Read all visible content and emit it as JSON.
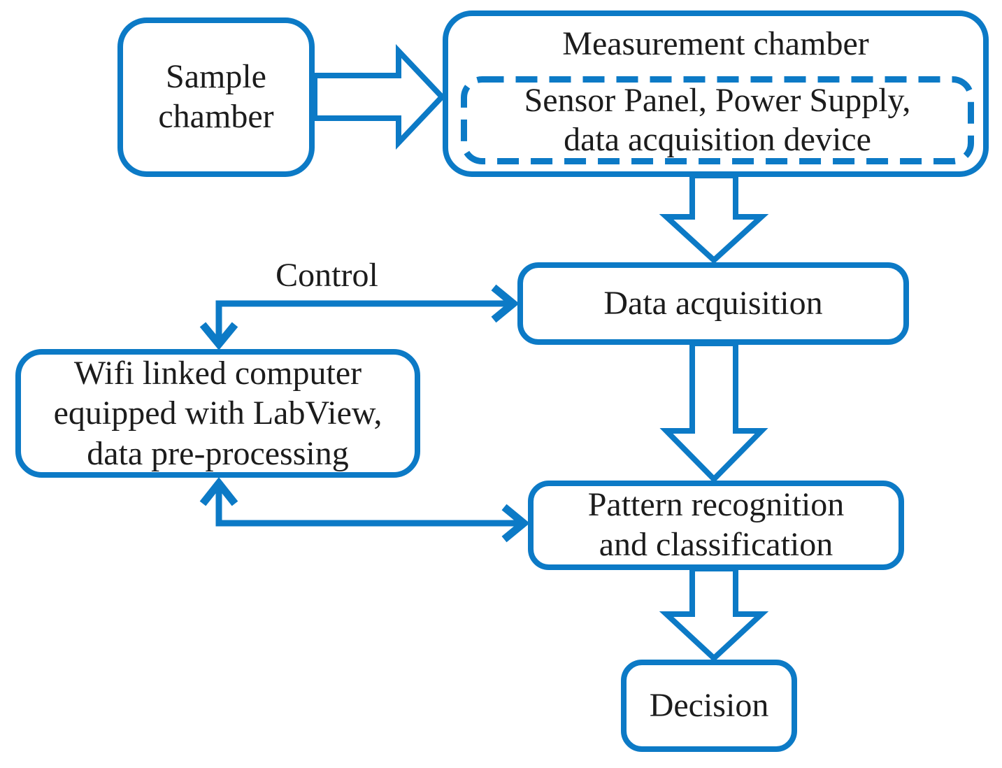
{
  "colors": {
    "accent": "#0c7ac6",
    "text": "#1c1c1c",
    "background": "#ffffff"
  },
  "nodes": {
    "sample_chamber": {
      "label": "Sample\nchamber"
    },
    "measurement_chamber": {
      "label": "Measurement chamber",
      "contents": "Sensor Panel, Power Supply,\ndata acquisition device"
    },
    "data_acquisition": {
      "label": "Data acquisition"
    },
    "wifi_computer": {
      "label": "Wifi linked computer\nequipped with LabView,\ndata pre-processing"
    },
    "pattern_recognition": {
      "label": "Pattern recognition\nand classification"
    },
    "decision": {
      "label": "Decision"
    }
  },
  "edges": [
    {
      "from": "sample_chamber",
      "to": "measurement_chamber",
      "style": "block-arrow",
      "direction": "right",
      "label": ""
    },
    {
      "from": "measurement_chamber",
      "to": "data_acquisition",
      "style": "block-arrow",
      "direction": "down",
      "label": ""
    },
    {
      "from": "wifi_computer",
      "to": "data_acquisition",
      "style": "elbow-line-double-arrow",
      "direction": "up-right",
      "label": "Control"
    },
    {
      "from": "data_acquisition",
      "to": "pattern_recognition",
      "style": "block-arrow",
      "direction": "down",
      "label": ""
    },
    {
      "from": "pattern_recognition",
      "to": "wifi_computer",
      "style": "elbow-line-double-arrow",
      "direction": "left-up",
      "label": ""
    },
    {
      "from": "pattern_recognition",
      "to": "decision",
      "style": "block-arrow",
      "direction": "down",
      "label": ""
    }
  ]
}
